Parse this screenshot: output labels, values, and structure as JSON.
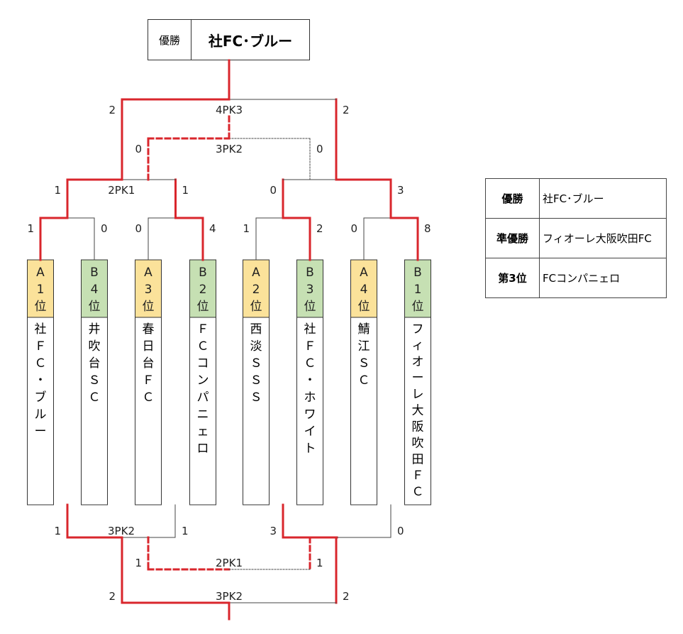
{
  "champion_box": {
    "label": "優勝",
    "team": "社FC･ブルー"
  },
  "teams": [
    {
      "seed": [
        "A",
        "1",
        "位"
      ],
      "name": "社ＦＣ・ブルー",
      "group": "A"
    },
    {
      "seed": [
        "B",
        "4",
        "位"
      ],
      "name": "井吹台ＳＣ",
      "group": "B"
    },
    {
      "seed": [
        "A",
        "3",
        "位"
      ],
      "name": "春日台ＦＣ",
      "group": "A"
    },
    {
      "seed": [
        "B",
        "2",
        "位"
      ],
      "name": "ＦＣコンパニェロ",
      "group": "B"
    },
    {
      "seed": [
        "A",
        "2",
        "位"
      ],
      "name": "西淡ＳＳＳ",
      "group": "A"
    },
    {
      "seed": [
        "B",
        "3",
        "位"
      ],
      "name": "社ＦＣ・ホワイト",
      "group": "B"
    },
    {
      "seed": [
        "A",
        "4",
        "位"
      ],
      "name": "鯖江ＳＣ",
      "group": "A"
    },
    {
      "seed": [
        "B",
        "1",
        "位"
      ],
      "name": "フィオーレ大阪吹田ＦＣ",
      "group": "B"
    }
  ],
  "upper_bracket": {
    "round1": [
      {
        "scores": [
          "1",
          "0"
        ],
        "winner": 0
      },
      {
        "scores": [
          "0",
          "4"
        ],
        "winner": 1
      },
      {
        "scores": [
          "1",
          "2"
        ],
        "winner": 1
      },
      {
        "scores": [
          "0",
          "8"
        ],
        "winner": 1
      }
    ],
    "semifinals": [
      {
        "scores": [
          "1",
          "1"
        ],
        "pk": "2PK1",
        "winner": 0
      },
      {
        "scores": [
          "0",
          "3"
        ],
        "pk": "",
        "winner": 1
      }
    ],
    "third_place": {
      "scores": [
        "0",
        "0"
      ],
      "pk": "3PK2",
      "winner": 0
    },
    "final": {
      "scores": [
        "2",
        "2"
      ],
      "pk": "4PK3",
      "winner": 0
    }
  },
  "lower_bracket": {
    "round1": [
      {
        "scores": [
          "1",
          "1"
        ],
        "pk": "3PK2",
        "winner": 0
      },
      {
        "scores": [
          "3",
          "0"
        ],
        "pk": "",
        "winner": 0
      }
    ],
    "consolation": {
      "scores": [
        "1",
        "1"
      ],
      "pk": "2PK1",
      "winner": 0
    },
    "final": {
      "scores": [
        "2",
        "2"
      ],
      "pk": "3PK2",
      "winner": 0
    }
  },
  "results": [
    {
      "rank": "優勝",
      "team": "社FC･ブルー"
    },
    {
      "rank": "準優勝",
      "team": "フィオーレ大阪吹田FC"
    },
    {
      "rank": "第3位",
      "team": "FCコンパニェロ"
    }
  ],
  "colors": {
    "win_line": "#d9262c",
    "line": "#444444",
    "group_a": "#fbe29a",
    "group_b": "#c6e0b3"
  }
}
